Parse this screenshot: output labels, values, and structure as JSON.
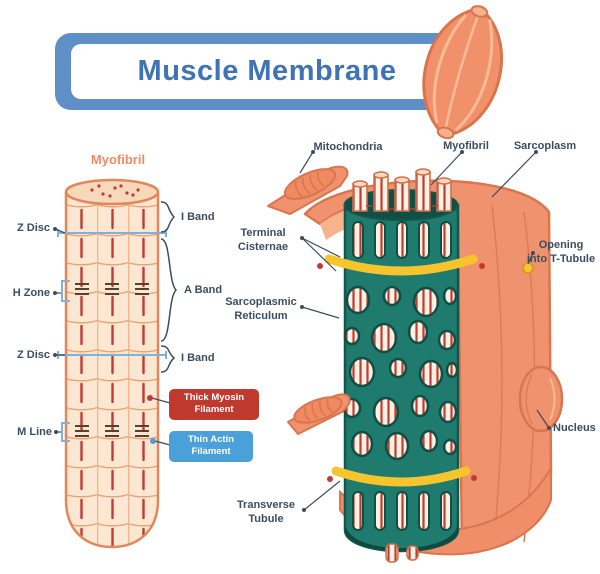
{
  "title": "Muscle Membrane",
  "left_panel": {
    "heading": "Myofibril",
    "z_disc_top": "Z Disc",
    "h_zone": "H Zone",
    "z_disc_bottom": "Z Disc",
    "m_line": "M Line",
    "i_band_top": "I Band",
    "a_band": "A Band",
    "i_band_bottom": "I Band",
    "thick_filament_badge": "Thick Myosin\nFilament",
    "thin_filament_badge": "Thin Actin\nFilament"
  },
  "right_panel": {
    "mitochondria": "Mitochondria",
    "myofibril": "Myofibril",
    "sarcoplasm": "Sarcoplasm",
    "terminal_cisternae": "Terminal\nCisternae",
    "opening_t_tubule": "Opening\ninto T-Tubule",
    "sarcoplasmic_reticulum": "Sarcoplasmic\nReticulum",
    "nucleus": "Nucleus",
    "transverse_tubule": "Transverse\nTubule"
  },
  "colors": {
    "banner_blue": "#5e8fc6",
    "title_blue": "#3f73b4",
    "salmon": "#f0926e",
    "salmon_outline": "#d9764f",
    "cream": "#fbe7d2",
    "teal": "#1f7b6e",
    "teal_dark": "#0f4f45",
    "yellow": "#f6c52e",
    "red_accent": "#c23b33",
    "badge_red": "#c0392f",
    "badge_blue": "#4aa0d8",
    "label_navy": "#3b4d61",
    "z_line_blue": "#7fb2d9"
  }
}
